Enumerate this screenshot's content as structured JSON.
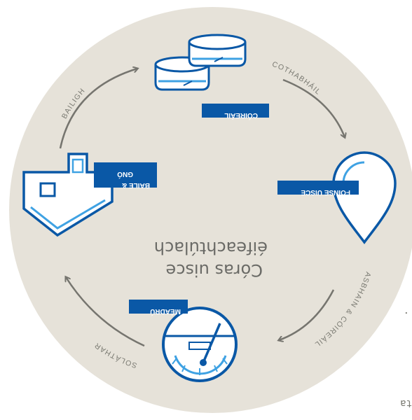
{
  "diagram": {
    "title_line1": "Córas uisce",
    "title_line2": "éifeachtúlach",
    "nodes": [
      {
        "id": "coireail",
        "label": "CÓIREÁIL",
        "icon": "water-tank-icon"
      },
      {
        "id": "foinse",
        "label": "FOINSE UISCE",
        "icon": "water-drop-icon"
      },
      {
        "id": "meadru",
        "label": "MÉADRÚ",
        "icon": "meter-gauge-icon"
      },
      {
        "id": "baile",
        "label_line1": "BAILE &",
        "label_line2": "GNÓ",
        "icon": "house-icon"
      }
    ],
    "flows": [
      {
        "id": "cothabhail",
        "label": "COTHABHÁIL"
      },
      {
        "id": "asbhain",
        "label": "ASBHAIN & CÓIREÁIL"
      },
      {
        "id": "solathar",
        "label": "SOLÁTHAR"
      },
      {
        "id": "bailigh",
        "label": "BAILIGH"
      }
    ],
    "edge_fragments": [
      "ta",
      "."
    ]
  },
  "colors": {
    "circle_bg": "#e6e2d9",
    "brand_blue": "#0a58a6",
    "light_blue": "#3fa2e3",
    "arrow_gray": "#76756f",
    "text_gray": "#6a6a66"
  }
}
